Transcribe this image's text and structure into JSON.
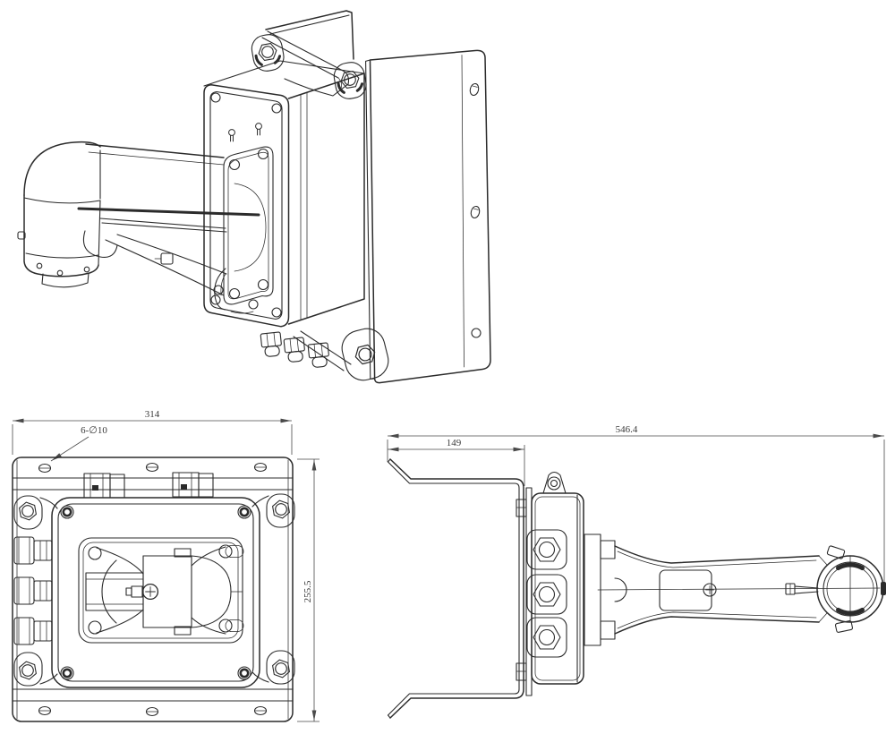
{
  "colors": {
    "background": "#ffffff",
    "line": "#2b2b2b",
    "dimension": "#4a4a4a"
  },
  "views": {
    "front": {
      "dim_width": "314",
      "dim_height": "255.5",
      "hole_callout": "6-∅10"
    },
    "side": {
      "dim_overall": "546.4",
      "dim_bracket": "149"
    }
  }
}
